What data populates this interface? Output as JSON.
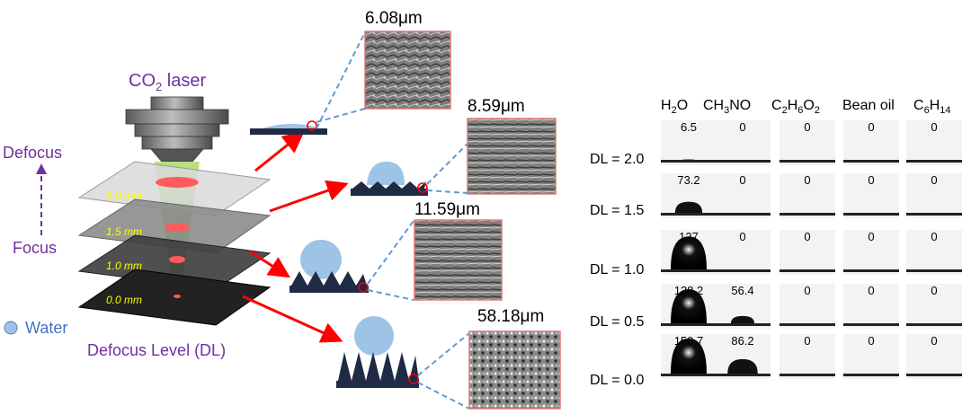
{
  "colors": {
    "accent_purple": "#7030a0",
    "water_blue": "#9dc3e6",
    "arrow_red": "#ff0000",
    "dash_blue": "#5b9bd5",
    "substrate_navy": "#1f2a44",
    "beam_green": "#92d050",
    "spot_red": "#ff5b5b",
    "depth_label_yellow": "#ffff00"
  },
  "left_panel": {
    "laser_label_main": "CO",
    "laser_label_sub": "2",
    "laser_label_tail": " laser",
    "defocus_label": "Defocus",
    "focus_label": "Focus",
    "water_legend": "Water",
    "dl_title": "Defocus Level (DL)",
    "plate_labels": [
      "2.0 mm",
      "1.5 mm",
      "1.0 mm",
      "0.0 mm"
    ]
  },
  "middle_panel": {
    "roughness_labels": [
      "6.08μm",
      "8.59μm",
      "11.59μm",
      "58.18μm"
    ],
    "icons": [
      "laser-head-icon",
      "water-droplet-icon",
      "sem-micrograph-icon",
      "red-arrow-icon"
    ]
  },
  "table": {
    "columns": [
      {
        "main": "H",
        "sub": "2",
        "tail": "O"
      },
      {
        "main": "CH",
        "sub": "3",
        "tail": "NO"
      },
      {
        "main": "C",
        "sub": "2",
        "mid": "H",
        "sub2": "6",
        "mid2": "O",
        "sub3": "2"
      },
      {
        "main": "Bean oil"
      },
      {
        "main": "C",
        "sub": "6",
        "mid": "H",
        "sub2": "14"
      }
    ],
    "rows": [
      {
        "label": "DL = 2.0",
        "values": [
          "6.5",
          "0",
          "0",
          "0",
          "0"
        ]
      },
      {
        "label": "DL = 1.5",
        "values": [
          "73.2",
          "0",
          "0",
          "0",
          "0"
        ]
      },
      {
        "label": "DL = 1.0",
        "values": [
          "127",
          "0",
          "0",
          "0",
          "0"
        ]
      },
      {
        "label": "DL = 0.5",
        "values": [
          "138.2",
          "56.4",
          "0",
          "0",
          "0"
        ]
      },
      {
        "label": "DL = 0.0",
        "values": [
          "150.7",
          "86.2",
          "0",
          "0",
          "0"
        ]
      }
    ]
  }
}
